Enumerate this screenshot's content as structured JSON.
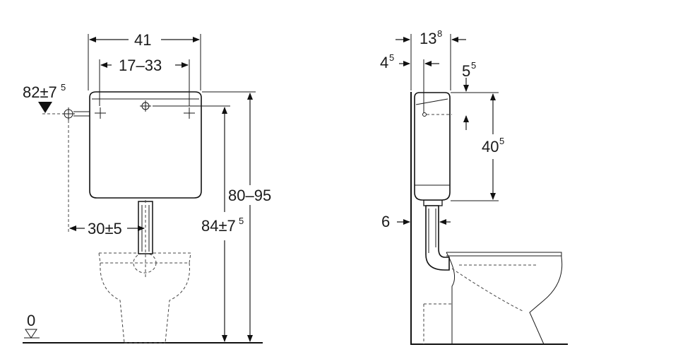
{
  "front_view": {
    "width": "41",
    "valve_spacing": "17–33",
    "inlet_height_main": "82±7",
    "inlet_height_sup": "5",
    "pipe_offset": "30±5",
    "tank_height": "80–95",
    "install_height_main": "84±7",
    "install_height_sup": "5",
    "floor_level": "0"
  },
  "side_view": {
    "depth_main": "13",
    "depth_sup": "8",
    "wall_gap_main": "4",
    "wall_gap_sup": "5",
    "top_offset_main": "5",
    "top_offset_sup": "5",
    "tank_body_main": "40",
    "tank_body_sup": "5",
    "pipe_gap": "6"
  }
}
